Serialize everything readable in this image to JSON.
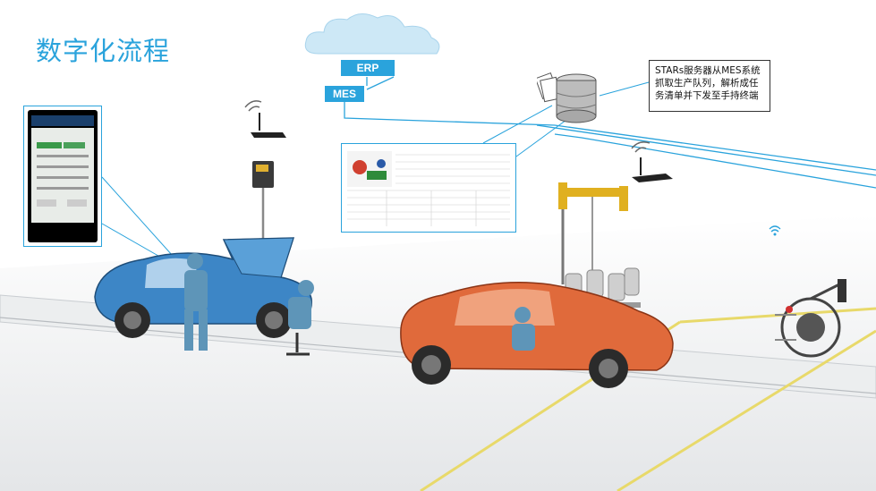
{
  "page": {
    "title": "数字化流程"
  },
  "systems": {
    "erp_label": "ERP",
    "mes_label": "MES"
  },
  "callout": {
    "text": "STARs服务器从MES系统抓取生产队列，解析成任务清单并下发至手持终端"
  },
  "icons": {
    "cloud": "cloud-icon",
    "server": "database-server-icon",
    "router": "wifi-router-icon",
    "wifi": "wifi-signal-icon",
    "tablet": "handheld-terminal-icon",
    "scanner": "barcode-scanner-icon",
    "robot_arm": "gantry-arm-icon",
    "tool": "fixture-tool-icon"
  },
  "colors": {
    "accent": "#2aa3dc",
    "car_blue": "#3d86c6",
    "car_orange": "#e06a3b",
    "floor_line": "#e8d96a"
  }
}
